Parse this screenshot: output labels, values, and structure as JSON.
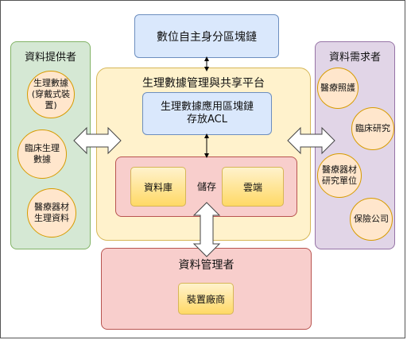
{
  "identity_chain": {
    "label": "數位自主身分區塊鏈"
  },
  "provider": {
    "title": "資料提供者",
    "items": [
      {
        "line1": "生理數據",
        "line2": "(穿戴式裝置)"
      },
      {
        "line1": "臨床生理",
        "line2": "數據"
      },
      {
        "line1": "醫療器材",
        "line2": "生理資料"
      }
    ]
  },
  "requester": {
    "title": "資料需求者",
    "items": [
      {
        "line1": "醫療照護",
        "line2": ""
      },
      {
        "line1": "臨床研究",
        "line2": ""
      },
      {
        "line1": "醫療器材",
        "line2": "研究單位"
      },
      {
        "line1": "保險公司",
        "line2": ""
      }
    ]
  },
  "platform": {
    "title": "生理數據管理與共享平台",
    "acl": {
      "line1": "生理數據應用區塊鏈",
      "line2": "存放ACL"
    },
    "storage": {
      "label": "儲存",
      "left": "資料庫",
      "right": "雲端"
    }
  },
  "manager": {
    "title": "資料管理者",
    "vendor": "裝置廠商"
  }
}
